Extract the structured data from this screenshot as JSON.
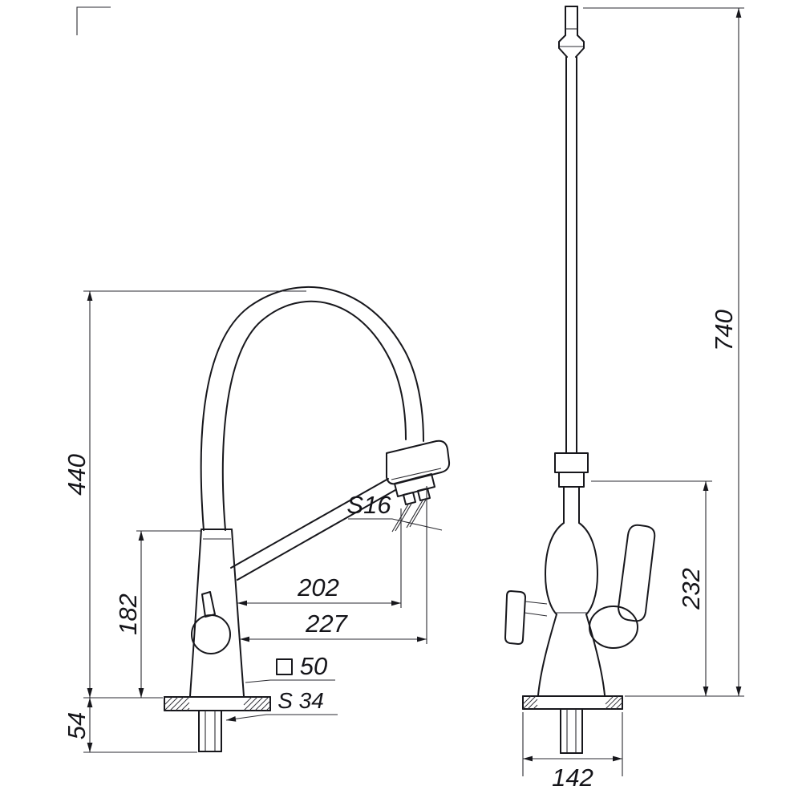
{
  "dimensions": {
    "front_view": {
      "total_height": "440",
      "body_height": "182",
      "under_counter_depth": "54",
      "spout_reach": "202",
      "total_reach": "227",
      "aerator_label": "S16",
      "square_size": "50",
      "thread_label": "S 34"
    },
    "side_view": {
      "total_height": "740",
      "filter_neck_height": "232",
      "base_width": "142"
    }
  }
}
